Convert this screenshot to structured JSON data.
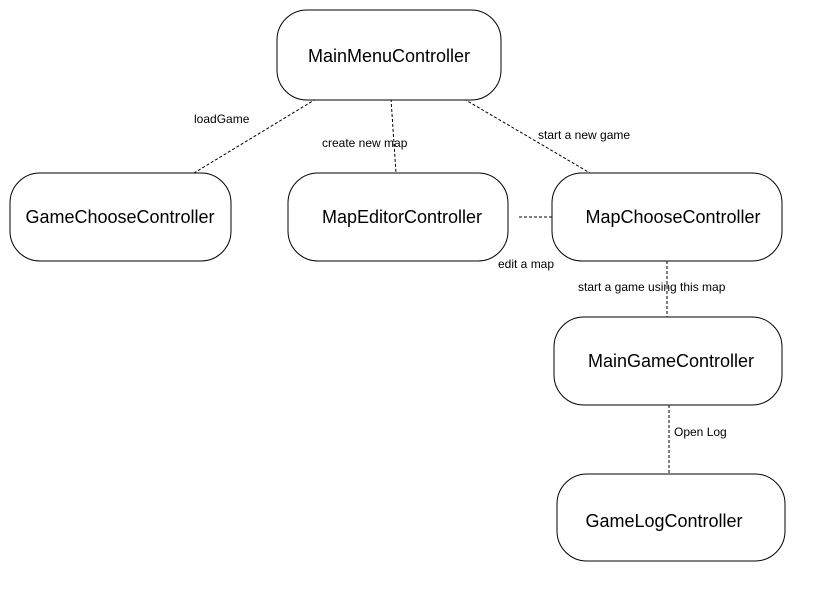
{
  "nodes": {
    "main_menu": "MainMenuController",
    "game_choose": "GameChooseController",
    "map_editor": "MapEditorController",
    "map_choose": "MapChooseController",
    "main_game": "MainGameController",
    "game_log": "GameLogController"
  },
  "edges": {
    "load_game": "loadGame",
    "create_new_map": "create new map",
    "start_new_game": "start a new game",
    "edit_map": "edit a map",
    "start_game_using_map": "start a game using this map",
    "open_log": "Open Log"
  },
  "colors": {
    "background": "#ffffff",
    "stroke": "#000000",
    "text": "#000000"
  }
}
